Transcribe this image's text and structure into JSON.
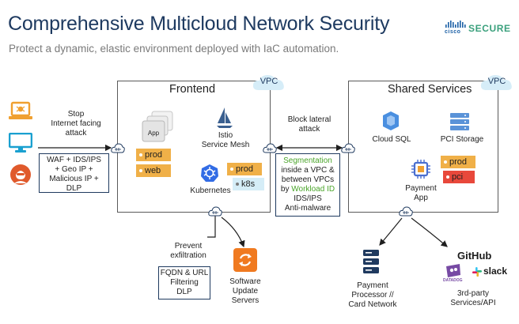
{
  "header": {
    "title": "Comprehensive Multicloud Network Security",
    "subtitle": "Protect a dynamic, elastic environment deployed with IaC automation.",
    "logo_brand": "cisco",
    "logo_product": "SECURE"
  },
  "colors": {
    "title": "#1e3a60",
    "accent_green": "#4aa52a",
    "tag_orange": "#f0b048",
    "tag_red": "#e8483b",
    "tag_blue": "#d5edf7",
    "cloud": "#d6edf8"
  },
  "left": {
    "stop_text": "Stop\nInternet facing\nattack",
    "waf_text": "WAF + IDS/IPS\n+ Geo IP +\nMalicious IP +\nDLP",
    "icons": [
      "bug-laptop-icon",
      "monitor-icon",
      "hacker-icon"
    ]
  },
  "frontend": {
    "label": "Frontend",
    "vpc": "VPC",
    "app_label": "App",
    "tags": [
      "prod",
      "web"
    ],
    "istio": "Istio\nService Mesh",
    "kubernetes": "Kubernetes",
    "k8s_tags": [
      "prod",
      "k8s"
    ]
  },
  "middle": {
    "block_text": "Block lateral\nattack",
    "seg_line1": "Segmentation",
    "seg_line2": "inside a VPC &",
    "seg_line3": "between VPCs",
    "seg_line4_prefix": "by ",
    "seg_line4_green": "Workload ID",
    "seg_line5": "IDS/IPS",
    "seg_line6": "Anti-malware"
  },
  "shared": {
    "label": "Shared Services",
    "vpc": "VPC",
    "cloud_sql": "Cloud SQL",
    "pci_storage": "PCI Storage",
    "payment_app": "Payment App",
    "tags": [
      "prod",
      "pci"
    ]
  },
  "bottom": {
    "prevent_text": "Prevent\nexfiltration",
    "fqdn_text": "FQDN & URL\nFiltering\nDLP",
    "software_update": "Software\nUpdate\nServers",
    "payment_processor": "Payment\nProcessor //\nCard Network",
    "third_party": "3rd-party\nServices/API",
    "github": "GitHub",
    "slack": "slack",
    "datadog": "DATADOG"
  }
}
